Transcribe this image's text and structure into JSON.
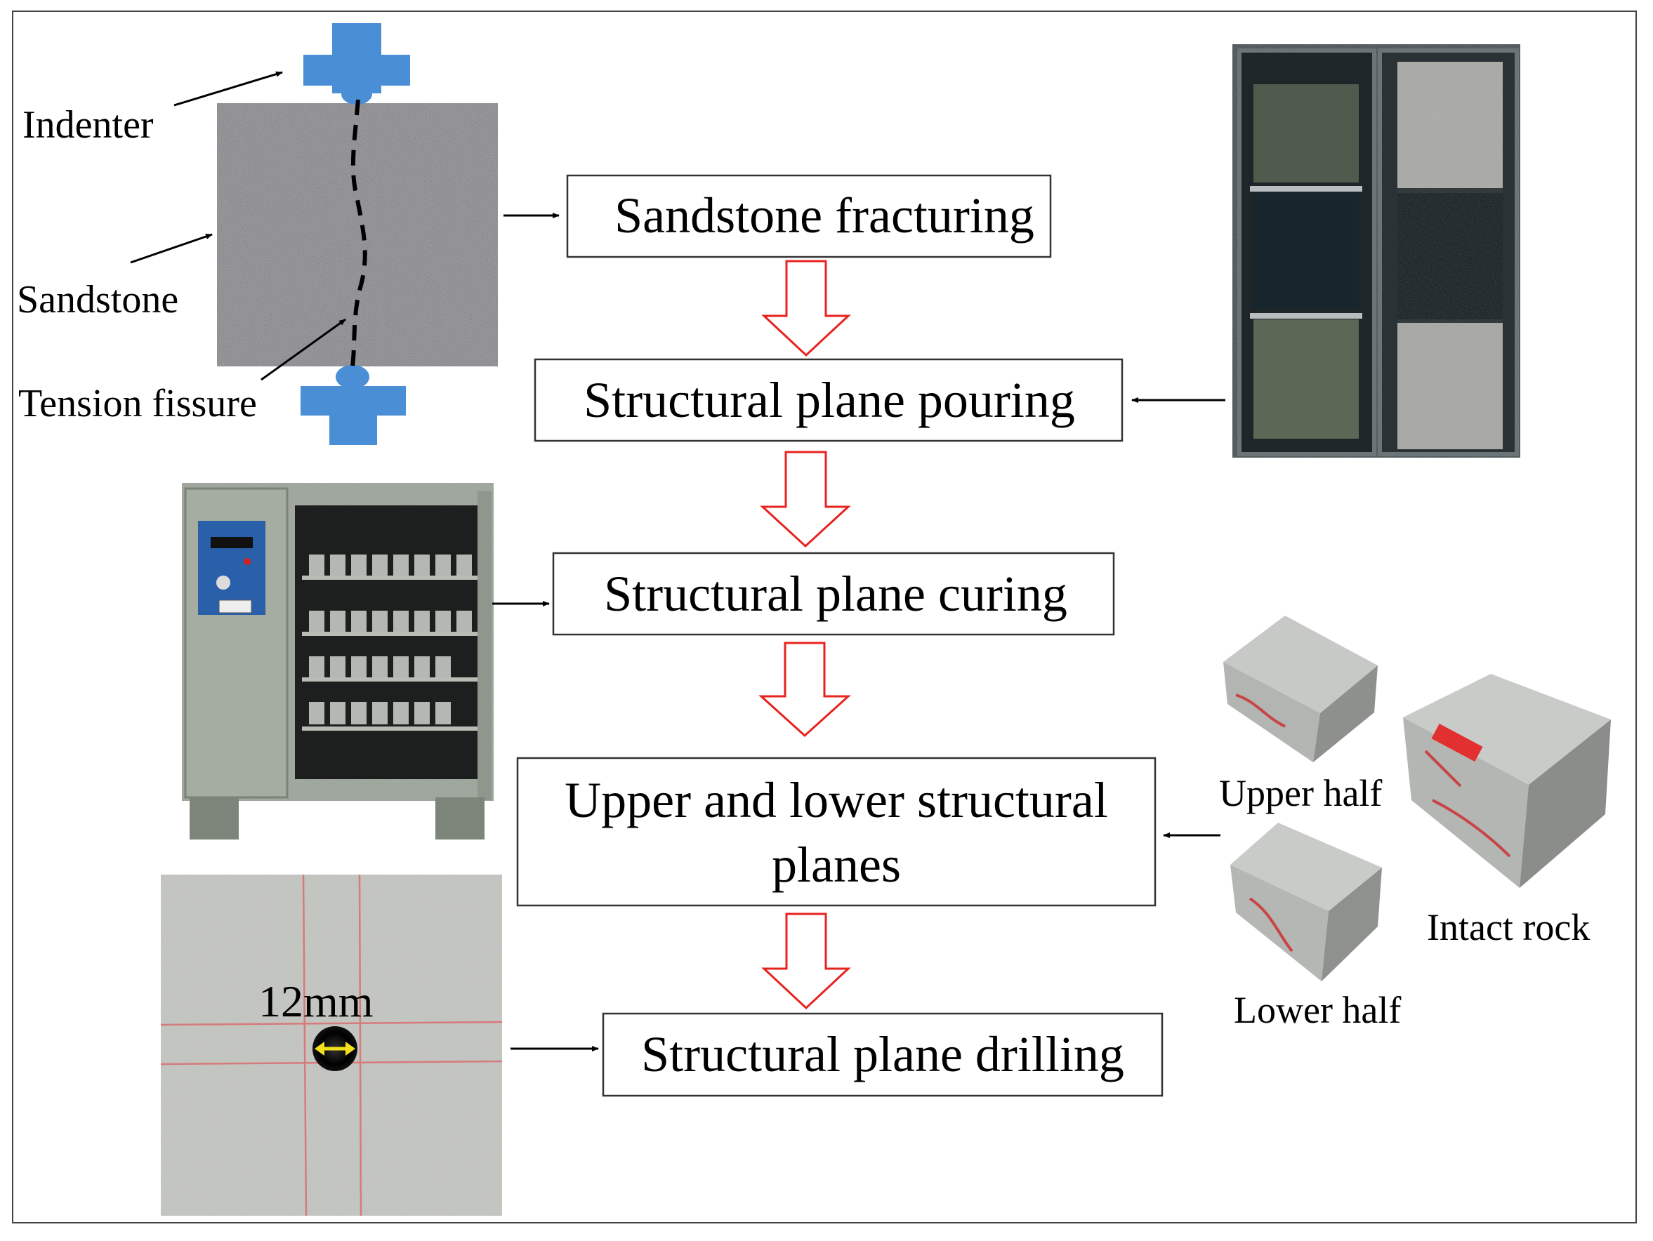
{
  "figure": {
    "steps": [
      "Sandstone fracturing",
      "Structural plane pouring",
      "Structural plane curing",
      "Upper and lower structural planes",
      "Structural plane drilling"
    ],
    "step4_lines": [
      "Upper and lower structural",
      "planes"
    ],
    "fracture_labels": {
      "indenter": "Indenter",
      "sandstone": "Sandstone",
      "fissure": "Tension fissure"
    },
    "specimen_labels": {
      "upper": "Upper half",
      "lower": "Lower half",
      "intact": "Intact rock"
    },
    "drill_label": "12mm"
  },
  "colors": {
    "indenter": "#4a8ed6",
    "flow_arrow": "#e8231f",
    "marker": "#f2e01a",
    "grid_line": "#d77a7a"
  }
}
